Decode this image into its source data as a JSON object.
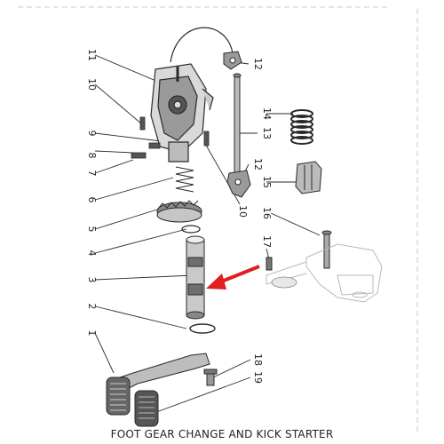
{
  "title": "FOOT GEAR CHANGE AND KICK STARTER",
  "callouts": [
    {
      "id": "c1",
      "text": "1"
    },
    {
      "id": "c2",
      "text": "2"
    },
    {
      "id": "c3",
      "text": "3"
    },
    {
      "id": "c4",
      "text": "4"
    },
    {
      "id": "c5",
      "text": "5"
    },
    {
      "id": "c6",
      "text": "6"
    },
    {
      "id": "c7",
      "text": "7"
    },
    {
      "id": "c8",
      "text": "8"
    },
    {
      "id": "c9",
      "text": "9"
    },
    {
      "id": "c10a",
      "text": "10"
    },
    {
      "id": "c10b",
      "text": "10"
    },
    {
      "id": "c11",
      "text": "11"
    },
    {
      "id": "c12a",
      "text": "12"
    },
    {
      "id": "c12b",
      "text": "12"
    },
    {
      "id": "c13",
      "text": "13"
    },
    {
      "id": "c14",
      "text": "14"
    },
    {
      "id": "c15",
      "text": "15"
    },
    {
      "id": "c16",
      "text": "16"
    },
    {
      "id": "c17",
      "text": "17"
    },
    {
      "id": "c18",
      "text": "18"
    },
    {
      "id": "c19",
      "text": "19"
    }
  ],
  "colors": {
    "ink": "#2a2a2a",
    "arrow": "#e02020",
    "paper": "#ffffff",
    "ghost": "#b8b8b8"
  }
}
